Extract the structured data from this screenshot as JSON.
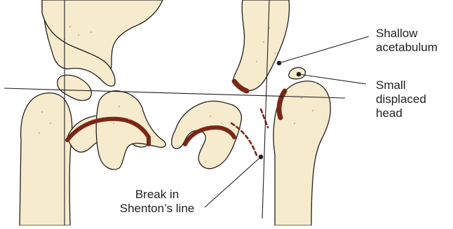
{
  "labels": {
    "shallow_acetabulum": [
      "Shallow",
      "acetabulum"
    ],
    "small_displaced_head": [
      "Small",
      "displaced",
      "head"
    ],
    "break_in_shentons_line": [
      "Break in",
      "Shenton’s line"
    ]
  },
  "colors": {
    "bone_fill": "#f6eccd",
    "bone_shade": "#e7d6a8",
    "outline": "#231f20",
    "cartilage": "#7a2716"
  }
}
